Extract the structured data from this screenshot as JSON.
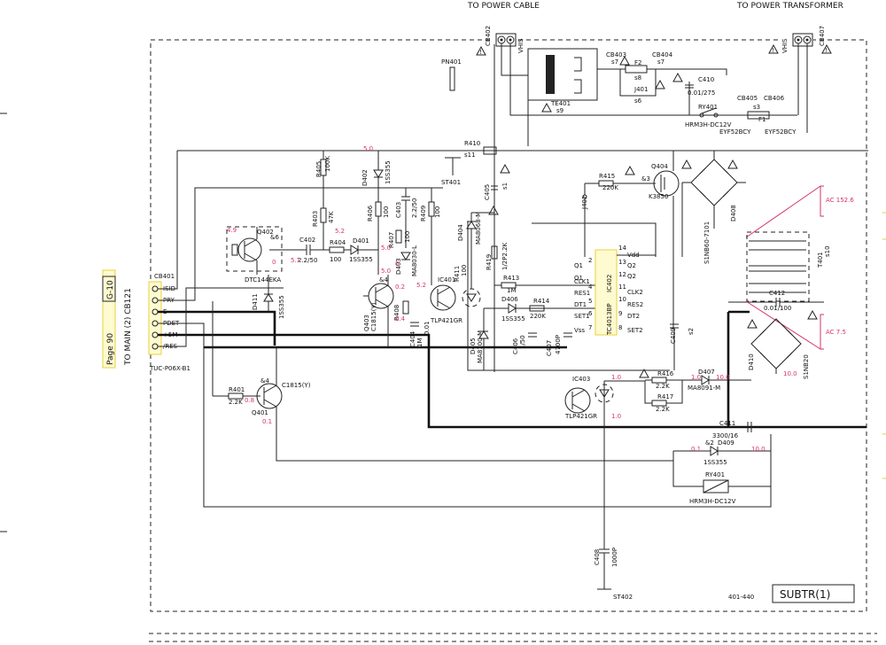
{
  "headers": {
    "power_cable": "TO POWER CABLE",
    "power_transformer": "TO POWER TRANSFORMER"
  },
  "side": {
    "page": "Page 90",
    "grid": "G-10",
    "to_main": "TO MAIN (2) CB121"
  },
  "connector": {
    "name": "CB401",
    "part": "TUC-P06X-B1",
    "pins": [
      "ISID",
      "PRY",
      "E",
      "PDET",
      "+5M",
      "/RES"
    ]
  },
  "cb402": {
    "name": "CB402",
    "pin": "VHIS"
  },
  "cb407": {
    "name": "CB407",
    "pin": "VHIS"
  },
  "pn401": "PN401",
  "fuse_box": {
    "te401": "TE401",
    "s9": "s9",
    "cb403": "CB403",
    "s7a": "s7",
    "f2": "F2",
    "s8": "s8",
    "cb404": "CB404",
    "s7b": "s7",
    "j401": "J401",
    "s6": "s6",
    "c410": "C410",
    "c410_val": "0.01/275",
    "ry401_top": "RY401",
    "ry401_top_part": "HRM3H-DC12V",
    "cb405": "CB405",
    "cb406": "CB406",
    "s3": "s3",
    "f1": "F1",
    "eyf_a": "EYF52BCY",
    "eyf_b": "EYF52BCY"
  },
  "parts": {
    "r410": "R410",
    "s11": "s11",
    "st401": "ST401",
    "r405": "R405",
    "r405_val": "100K",
    "d402": "D402",
    "d402_type": "1SS355",
    "r403": "R403",
    "r403_val": "47K",
    "r406": "R406",
    "r406_val": "100",
    "c403": "C403",
    "c403_val": "2.2/50",
    "r409": "R409",
    "r409_val": "100",
    "q402": "Q402",
    "q402_type": "DTC144EKA",
    "c402": "C402",
    "c402_val": "2.2/50",
    "r404": "R404",
    "r404_val": "100",
    "d401": "D401",
    "d401_type": "1SS355",
    "r407": "R407",
    "r407_val": "100",
    "d403": "D403",
    "d403_type": "MA8030-L",
    "d411": "D411",
    "d411_type": "1SS355",
    "q403": "Q403",
    "q403_type": "C1815(Y)",
    "r408": "R408",
    "c404": "C404",
    "c404_val": "1M",
    "c404_b": "0.01",
    "ic401": "IC401",
    "ic401_type": "TLP421GR",
    "c405": "C405",
    "c405_s": "s1",
    "d404": "D404",
    "d404_type": "MA8068-M",
    "r419": "R419",
    "r419_val": "1/2P2.2K",
    "r411": "R411",
    "r411_val": "100",
    "r413": "R413",
    "r413_val": "1M",
    "d406": "D406",
    "d406_type": "1SS355",
    "r414": "R414",
    "r414_val": "220K",
    "d405": "D405",
    "d405_type": "MA8100-M",
    "c406": "C406",
    "c406_val": "1/50",
    "c407": "C407",
    "c407_val": "4700P",
    "r415": "R415",
    "r415_val": "220K",
    "j402": "J402",
    "q404": "Q404",
    "q404_type": "K3850",
    "d408": "D408",
    "d408_type": "S1NB60-7101",
    "c409": "C409",
    "c409_s": "s2",
    "t401": "T401",
    "t401_s": "s10",
    "ac1": "AC 152.6",
    "ac2": "AC 7.5",
    "c412": "C412",
    "c412_val": "0.01/100",
    "d410": "D410",
    "d410_type": "S1NB20",
    "ic403": "IC403",
    "ic403_type": "TLP421GR",
    "r416": "R416",
    "r416_val": "2.2K",
    "r417": "R417",
    "r417_val": "2.2K",
    "d407": "D407",
    "d407_type": "MA8091-M",
    "c411": "C411",
    "c411_val": "3300/16",
    "d409": "D409",
    "d409_type": "1SS355",
    "ry401": "RY401",
    "ry401_part": "HRM3H-DC12V",
    "r401": "R401",
    "r401_val": "2.2K",
    "q401": "Q401",
    "q401_type": "C1815(Y)",
    "c408": "C408",
    "c408_val": "1000P",
    "st402": "ST402"
  },
  "ic402": {
    "name": "IC402",
    "type": "TC4013BP",
    "left": [
      "CLK1",
      "RES1",
      "DT1",
      "SET1",
      "Vss"
    ],
    "right": [
      "Vdd",
      "Q2",
      "Q2",
      "CLK2",
      "RES2",
      "DT2",
      "SET2"
    ],
    "q1": "Q1",
    "q1b": "Q1"
  },
  "voltages": {
    "v50a": "5.0",
    "v49": "4.9",
    "v51": "5.1",
    "v52": "5.2",
    "v50b": "5.0",
    "v50c": "5.0",
    "v00a": "0",
    "v00b": "0",
    "v02": "0.2",
    "v04": "0.4",
    "v52b": "5.2",
    "v08": "0.8",
    "v01": "0.1",
    "v10a": "1.0",
    "v10b": "1.0",
    "v100a": "10.0",
    "v100b": "10.0",
    "v01b": "0.1",
    "v100c": "10.0",
    "v10c": "1.0"
  },
  "footer": {
    "code": "401-440",
    "subtitle": "SUBTR(1)"
  }
}
